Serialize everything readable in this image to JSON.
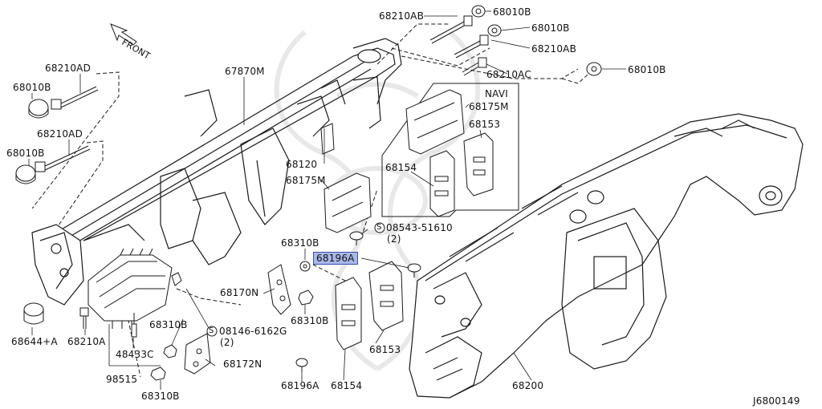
{
  "labels": {
    "front": "FRONT",
    "p68210AB_1": "68210AB",
    "p68010B_1": "68010B",
    "p68010B_2": "68010B",
    "p68210AB_2": "68210AB",
    "p68210AC": "68210AC",
    "p68010B_3": "68010B",
    "p68210AD_1": "68210AD",
    "p68010B_4": "68010B",
    "p68210AD_2": "68210AD",
    "p68010B_5": "68010B",
    "p67870M": "67870M",
    "navi": "NAVI",
    "p68175M_1": "68175M",
    "p68153_1": "68153",
    "p68154_1": "68154",
    "p68120": "68120",
    "p68175M_2": "68175M",
    "p08543": "08543-51610",
    "p08543_qty": "(2)",
    "p68310B_1": "68310B",
    "p68196A_1": "68196A",
    "p68170N": "68170N",
    "p68310B_2": "68310B",
    "p68153_2": "68153",
    "p68310B_3": "68310B",
    "p08146": "08146-6162G",
    "p08146_qty": "(2)",
    "p68644A": "68644+A",
    "p68210A": "68210A",
    "p48433C": "48433C",
    "p68172N": "68172N",
    "p98515": "98515",
    "p68310B_4": "68310B",
    "p68196A_2": "68196A",
    "p68154_2": "68154",
    "p68200": "68200",
    "diagram_id": "J6800149"
  },
  "symbols": {
    "screw_prefix": "S"
  },
  "colors": {
    "line": "#1a1a1a",
    "highlight": "#a9b8e8",
    "highlight_border": "#3b4fa8",
    "watermark": "#e6e6e6"
  },
  "highlighted_part": "68196A"
}
